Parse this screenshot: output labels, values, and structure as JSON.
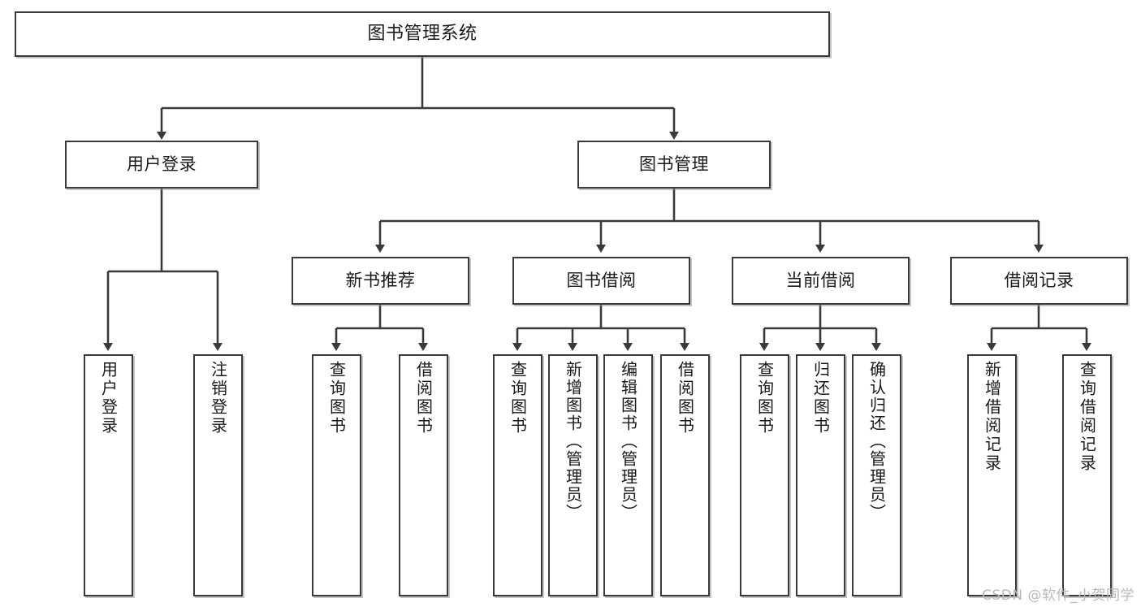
{
  "diagram": {
    "title": "图书管理系统",
    "type": "tree-structure-chart",
    "root": {
      "label": "图书管理系统"
    },
    "level2": [
      {
        "label": "用户登录"
      },
      {
        "label": "图书管理"
      }
    ],
    "level3": [
      {
        "label": "新书推荐"
      },
      {
        "label": "图书借阅"
      },
      {
        "label": "当前借阅"
      },
      {
        "label": "借阅记录"
      }
    ],
    "leaves": {
      "user_login": [
        {
          "label": "用户登录"
        },
        {
          "label": "注销登录"
        }
      ],
      "new_book_recommend": [
        {
          "label": "查询图书"
        },
        {
          "label": "借阅图书"
        }
      ],
      "book_borrow": [
        {
          "label": "查询图书"
        },
        {
          "label": "新增图书（管理员）"
        },
        {
          "label": "编辑图书（管理员）"
        },
        {
          "label": "借阅图书"
        }
      ],
      "current_borrow": [
        {
          "label": "查询图书"
        },
        {
          "label": "归还图书"
        },
        {
          "label": "确认归还（管理员）"
        }
      ],
      "borrow_records": [
        {
          "label": "新增借阅记录"
        },
        {
          "label": "查询借阅记录"
        }
      ]
    }
  },
  "watermark": {
    "text": "CSDN @软件_小贺同学"
  },
  "colors": {
    "border": "#3a3a3a",
    "background": "#ffffff",
    "text": "#1a1a1a",
    "watermark": "#b9b9b9"
  }
}
